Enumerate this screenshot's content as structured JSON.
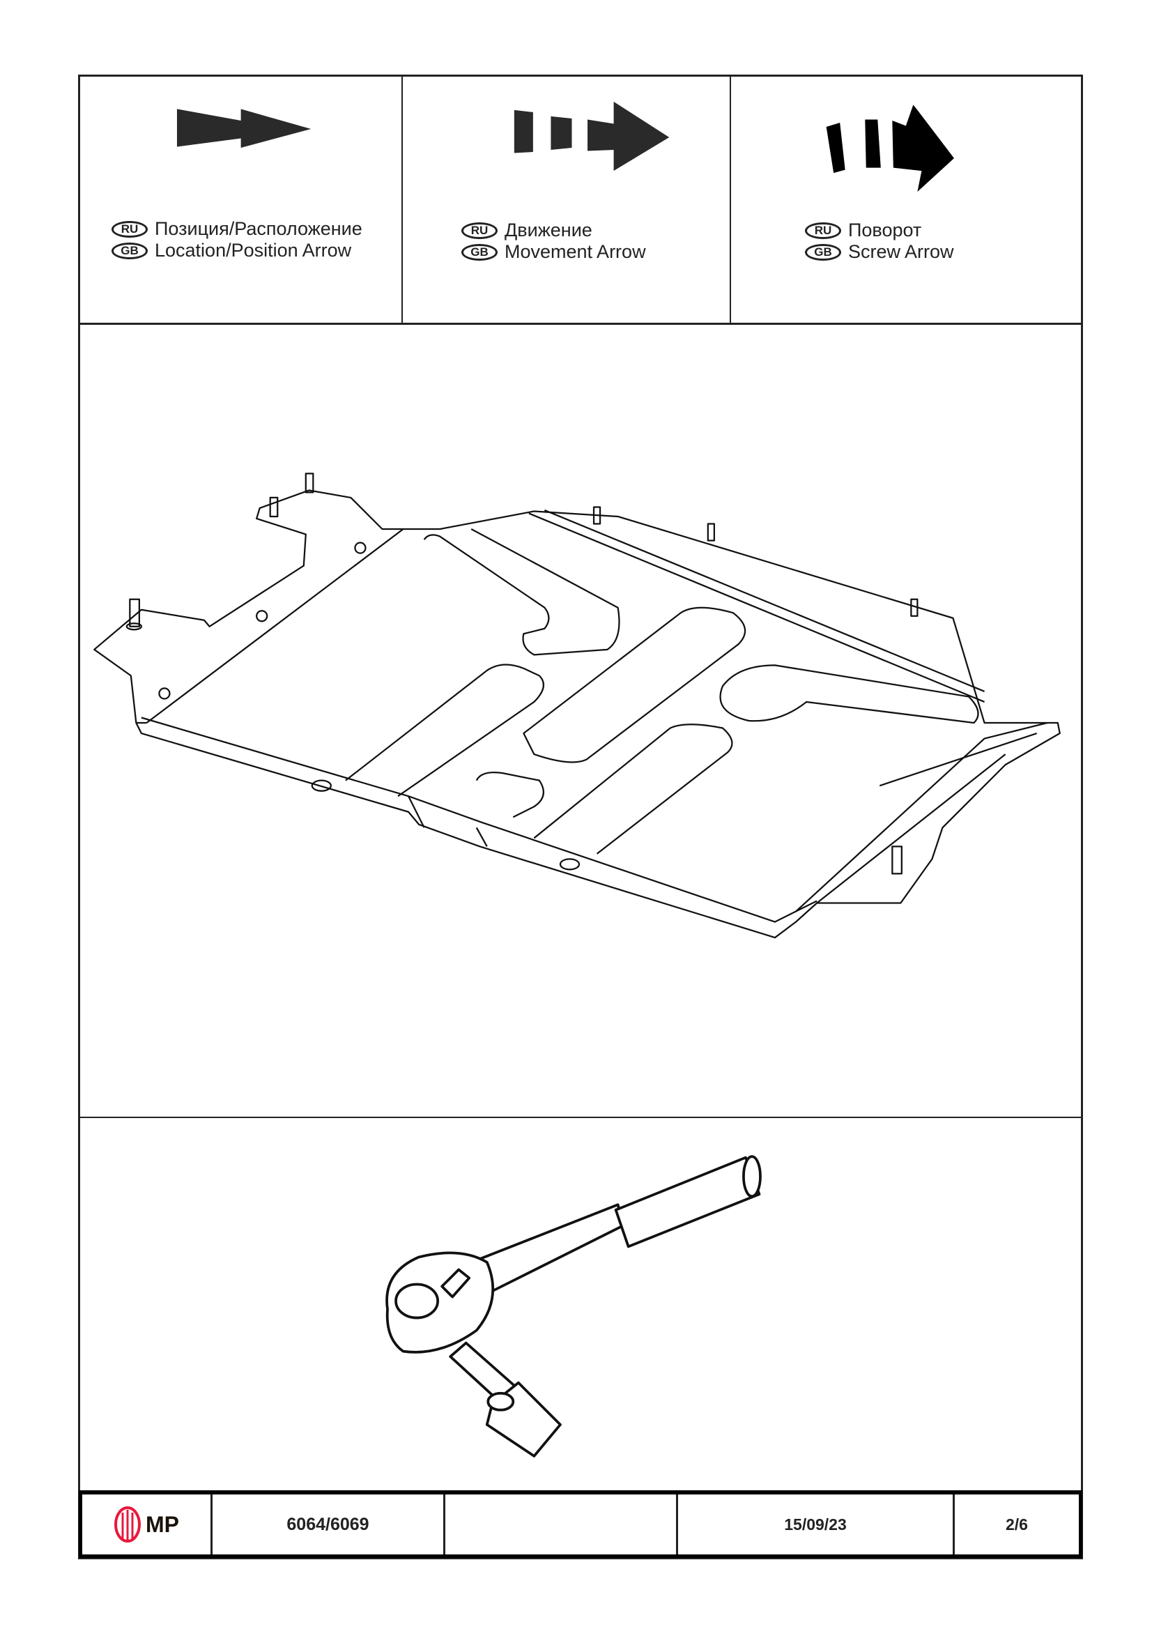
{
  "legend": [
    {
      "icon": "location-arrow-icon",
      "ru_badge": "RU",
      "ru": "Позиция/Расположение",
      "gb_badge": "GB",
      "gb": "Location/Position Arrow"
    },
    {
      "icon": "movement-arrow-icon",
      "ru_badge": "RU",
      "ru": "Движение",
      "gb_badge": "GB",
      "gb": "Movement Arrow"
    },
    {
      "icon": "screw-arrow-icon",
      "ru_badge": "RU",
      "ru": "Поворот",
      "gb_badge": "GB",
      "gb": "Screw Arrow"
    }
  ],
  "footer": {
    "logo_text": "MP",
    "logo_color": "#e8193c",
    "article": "6064/6069",
    "blank": "",
    "date": "15/09/23",
    "page": "2/6"
  }
}
